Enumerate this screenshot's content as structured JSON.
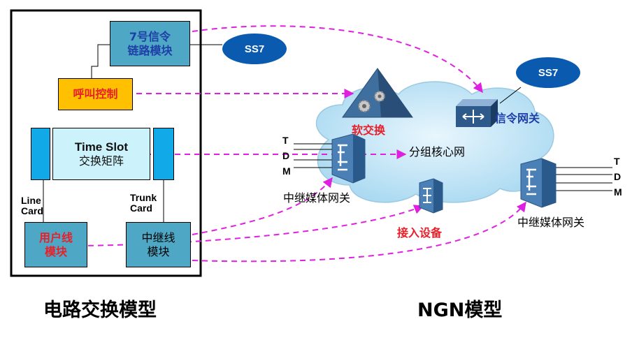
{
  "left": {
    "ss7_module": "7号信令\n链路模块",
    "ss7_ellipse": "SS7",
    "call_control": "呼叫控制",
    "timeslot_title": "Time Slot",
    "timeslot_sub": "交换矩阵",
    "line_card": "Line\nCard",
    "trunk_card": "Trunk\nCard",
    "user_line_module": "用户线\n模块",
    "trunk_line_module": "中继线\n模块",
    "caption": "电路交换模型"
  },
  "right": {
    "ss7_ellipse": "SS7",
    "softswitch": "软交换",
    "signaling_gateway": "信令网关",
    "core_network": "分组核心网",
    "trunk_media_gateway_left": "中继媒体网关",
    "access_device": "接入设备",
    "trunk_media_gateway_right": "中继媒体网关",
    "left_tdm": [
      "T",
      "D",
      "M"
    ],
    "right_tdm": [
      "T",
      "D",
      "M"
    ],
    "caption": "NGN模型"
  },
  "colors": {
    "module_fill": "#4ea7c4",
    "call_control_fill": "#ffc000",
    "red_text": "#e8202a",
    "blue_text": "#1e3fa8",
    "cloud": "#bfe4f7",
    "dashed_arrow": "#e020e0"
  }
}
